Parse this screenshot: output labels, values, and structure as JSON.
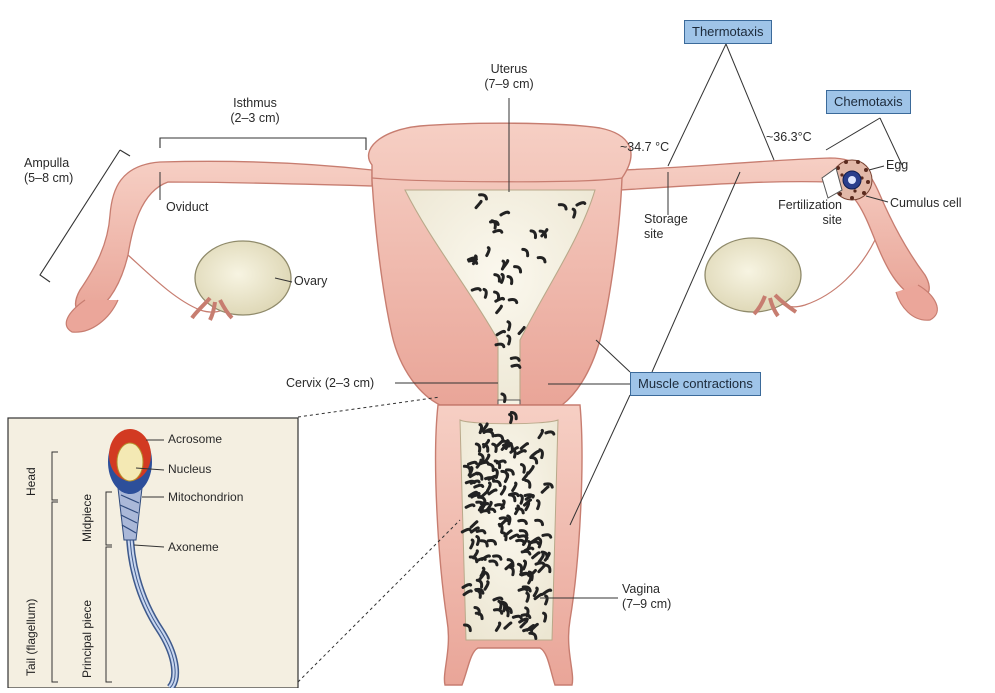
{
  "labels": {
    "uterus": "Uterus",
    "uterus_size": "(7–9 cm)",
    "isthmus": "Isthmus",
    "isthmus_size": "(2–3 cm)",
    "ampulla": "Ampulla",
    "ampulla_size": "(5–8 cm)",
    "oviduct": "Oviduct",
    "ovary": "Ovary",
    "temp_low": "~34.7 °C",
    "temp_high": "~36.3°C",
    "storage": "Storage",
    "storage2": "site",
    "fertilization": "Fertilization",
    "fertilization2": "site",
    "egg": "Egg",
    "cumulus": "Cumulus cell",
    "cervix": "Cervix (2–3 cm)",
    "vagina": "Vagina",
    "vagina_size": "(7–9 cm)"
  },
  "boxes": {
    "thermotaxis": "Thermotaxis",
    "chemotaxis": "Chemotaxis",
    "muscle": "Muscle contractions"
  },
  "sperm_inset": {
    "acrosome": "Acrosome",
    "nucleus": "Nucleus",
    "mitochondrion": "Mitochondrion",
    "axoneme": "Axoneme",
    "head": "Head",
    "midpiece": "Midpiece",
    "tail": "Tail (flagellum)",
    "principal": "Principal piece"
  },
  "colors": {
    "tissue": "#f0b9ad",
    "tissue_dark": "#d9877a",
    "ovary": "#ece8cf",
    "box_fill": "#9fc4e8",
    "inset_bg": "#f4efe1"
  }
}
